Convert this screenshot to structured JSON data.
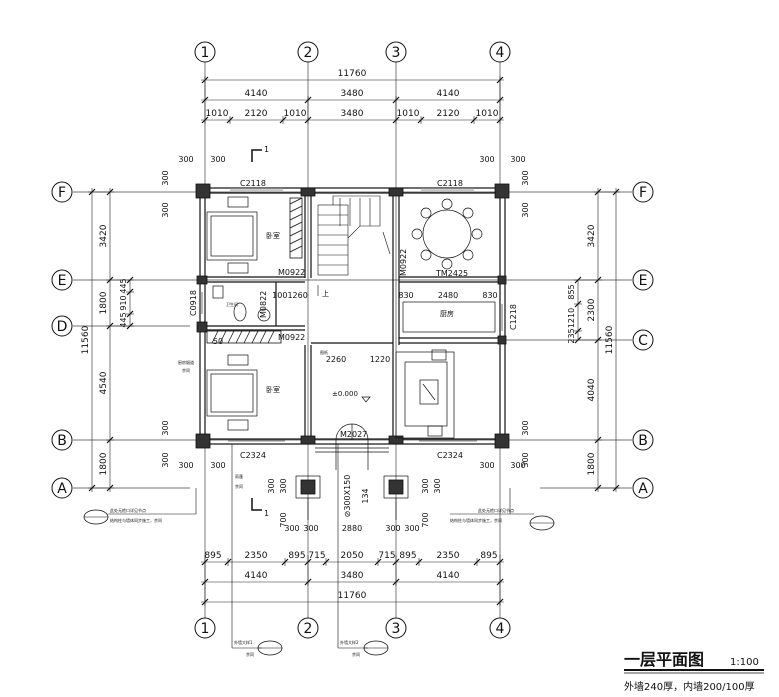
{
  "axes_vertical": [
    {
      "label": "1"
    },
    {
      "label": "2"
    },
    {
      "label": "3"
    },
    {
      "label": "4"
    }
  ],
  "axes_horizontal": [
    {
      "label": "F"
    },
    {
      "label": "E"
    },
    {
      "label": "D"
    },
    {
      "label": "C"
    },
    {
      "label": "B"
    },
    {
      "label": "A"
    }
  ],
  "dims_top": {
    "overall": "11760",
    "bays": [
      "4140",
      "3480",
      "4140"
    ],
    "openings": [
      "1010",
      "2120",
      "1010",
      "3480",
      "1010",
      "2120",
      "1010"
    ]
  },
  "dims_bottom": {
    "openings": [
      "895",
      "2350",
      "895",
      "715",
      "2050",
      "715",
      "895",
      "2350",
      "895"
    ],
    "bays": [
      "4140",
      "3480",
      "4140"
    ],
    "overall": "11760"
  },
  "dims_left": {
    "bays": [
      "3420",
      "1800",
      "4540",
      "1800"
    ],
    "overall": "11560",
    "small": [
      "445",
      "910",
      "445"
    ]
  },
  "dims_right": {
    "bays": [
      "3420",
      "2300",
      "4040",
      "1800"
    ],
    "overall": "11560",
    "small": [
      "855",
      "1210",
      "235"
    ]
  },
  "dims_inner": {
    "corner": "300",
    "kitchen": [
      "830",
      "2480",
      "830"
    ],
    "porch": [
      "300",
      "300",
      "2880",
      "300",
      "300"
    ],
    "porch_side": [
      "300",
      "300",
      "700"
    ],
    "living": [
      "2260",
      "1220"
    ],
    "wc": [
      "1001260",
      "50"
    ]
  },
  "windows": [
    "C2118",
    "C2118",
    "C2324",
    "C2324",
    "C0918",
    "C1218"
  ],
  "doors": [
    "M0922",
    "M0922",
    "M0922",
    "M0822",
    "M2027",
    "TM2425"
  ],
  "rooms": {
    "bedroom_top": "卧室",
    "bedroom_bottom": "卧室",
    "wc": "卫生间",
    "kitchen": "厨房",
    "level": "±0.000",
    "stair_up": "上",
    "stair_note": "图纸",
    "shaft_note": "厨房烟道",
    "shaft_note2": "余同",
    "porch_note": "雨蓬",
    "porch_note2": "余同"
  },
  "section_labels": [
    "1",
    "1"
  ],
  "notes": {
    "left_l1": "此处无檐口详见节点",
    "left_l2": "结构柱与墙体同步施工，余同",
    "right_l1": "此处无檐口详见节点",
    "right_l2": "结构柱与墙体同步施工，余同",
    "bottom_1": "外墙大样1",
    "bottom_1b": "余同",
    "bottom_2": "外墙大样2",
    "bottom_2b": "余同",
    "porch_dim": "⊘300X150",
    "porch_side_dim": "134"
  },
  "title": {
    "main": "一层平面图",
    "scale": "1:100",
    "subtitle": "外墙240厚，内墙200/100厚"
  }
}
